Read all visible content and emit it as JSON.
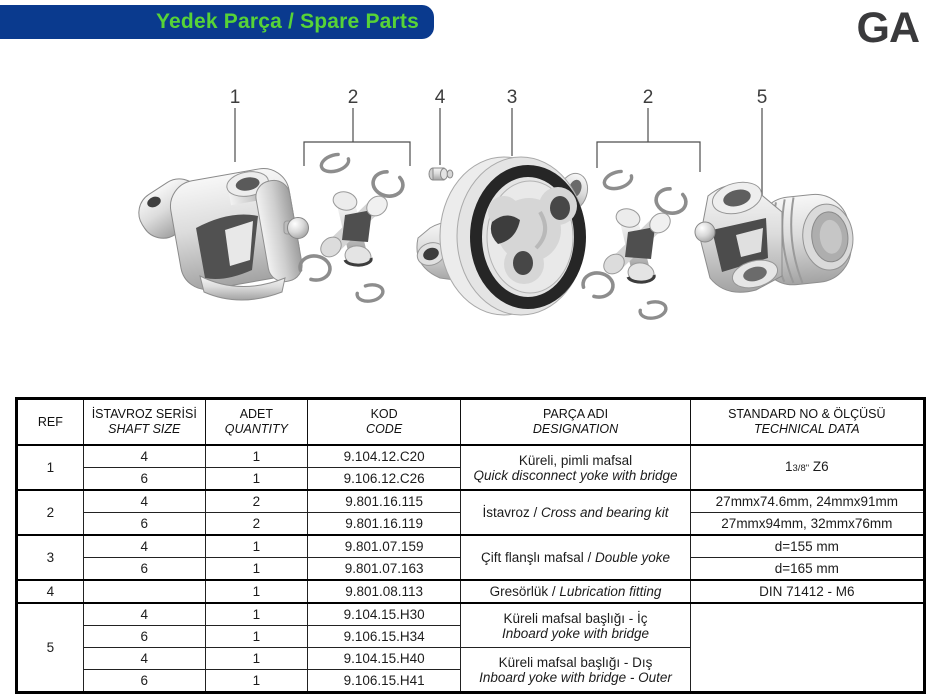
{
  "colors": {
    "header_bar": "#0a3a8e",
    "header_text": "#57d337",
    "logo_text": "#3a3a3c",
    "flange_ring": "#262626",
    "metal_light": "#f3f3f3",
    "metal_dark": "#a6a6a6"
  },
  "header": {
    "title": "Yedek Parça / Spare Parts",
    "logo": "GA"
  },
  "diagram": {
    "callouts": [
      "1",
      "2",
      "4",
      "3",
      "2",
      "5"
    ],
    "parts": [
      "quick-disconnect-yoke",
      "cross-and-bearing-kit",
      "lubrication-fitting",
      "double-yoke-flange",
      "cross-and-bearing-kit",
      "outer-yoke-with-bridge"
    ]
  },
  "table": {
    "headers": {
      "ref": "REF",
      "shaft_tr": "İSTAVROZ SERİSİ",
      "shaft_en": "SHAFT SIZE",
      "qty_tr": "ADET",
      "qty_en": "QUANTITY",
      "code_tr": "KOD",
      "code_en": "CODE",
      "desig_tr": "PARÇA ADI",
      "desig_en": "DESIGNATION",
      "std_tr": "STANDARD NO & ÖLÇÜSÜ",
      "std_en": "TECHNICAL DATA"
    },
    "rows": [
      {
        "ref": "1",
        "shaft": "4",
        "qty": "1",
        "code": "9.104.12.C20",
        "desig_tr": "Küreli, pimli mafsal",
        "desig_en": "Quick disconnect yoke with bridge",
        "tech_whole": "1",
        "tech_frac": "3/8\"",
        "tech_rest": " Z6"
      },
      {
        "shaft": "6",
        "qty": "1",
        "code": "9.106.12.C26"
      },
      {
        "ref": "2",
        "shaft": "4",
        "qty": "2",
        "code": "9.801.16.115",
        "desig_tr": "İstavroz / ",
        "desig_en": "Cross and bearing kit",
        "tech": "27mmx74.6mm, 24mmx91mm"
      },
      {
        "shaft": "6",
        "qty": "2",
        "code": "9.801.16.119",
        "tech": "27mmx94mm, 32mmx76mm"
      },
      {
        "ref": "3",
        "shaft": "4",
        "qty": "1",
        "code": "9.801.07.159",
        "desig_tr": "Çift flanşlı mafsal / ",
        "desig_en": "Double yoke",
        "tech": "d=155 mm"
      },
      {
        "shaft": "6",
        "qty": "1",
        "code": "9.801.07.163",
        "tech": "d=165 mm"
      },
      {
        "ref": "4",
        "shaft": "",
        "qty": "1",
        "code": "9.801.08.113",
        "desig_tr": "Gresörlük / ",
        "desig_en": "Lubrication fitting",
        "tech": "DIN 71412 - M6"
      },
      {
        "ref": "5",
        "shaft": "4",
        "qty": "1",
        "code": "9.104.15.H30",
        "desig_tr": "Küreli mafsal başlığı - İç",
        "desig_en": "Inboard yoke with bridge",
        "tech": ""
      },
      {
        "shaft": "6",
        "qty": "1",
        "code": "9.106.15.H34"
      },
      {
        "shaft": "4",
        "qty": "1",
        "code": "9.104.15.H40",
        "desig_tr": "Küreli mafsal başlığı - Dış",
        "desig_en": "Inboard yoke with bridge - Outer"
      },
      {
        "shaft": "6",
        "qty": "1",
        "code": "9.106.15.H41"
      }
    ]
  }
}
